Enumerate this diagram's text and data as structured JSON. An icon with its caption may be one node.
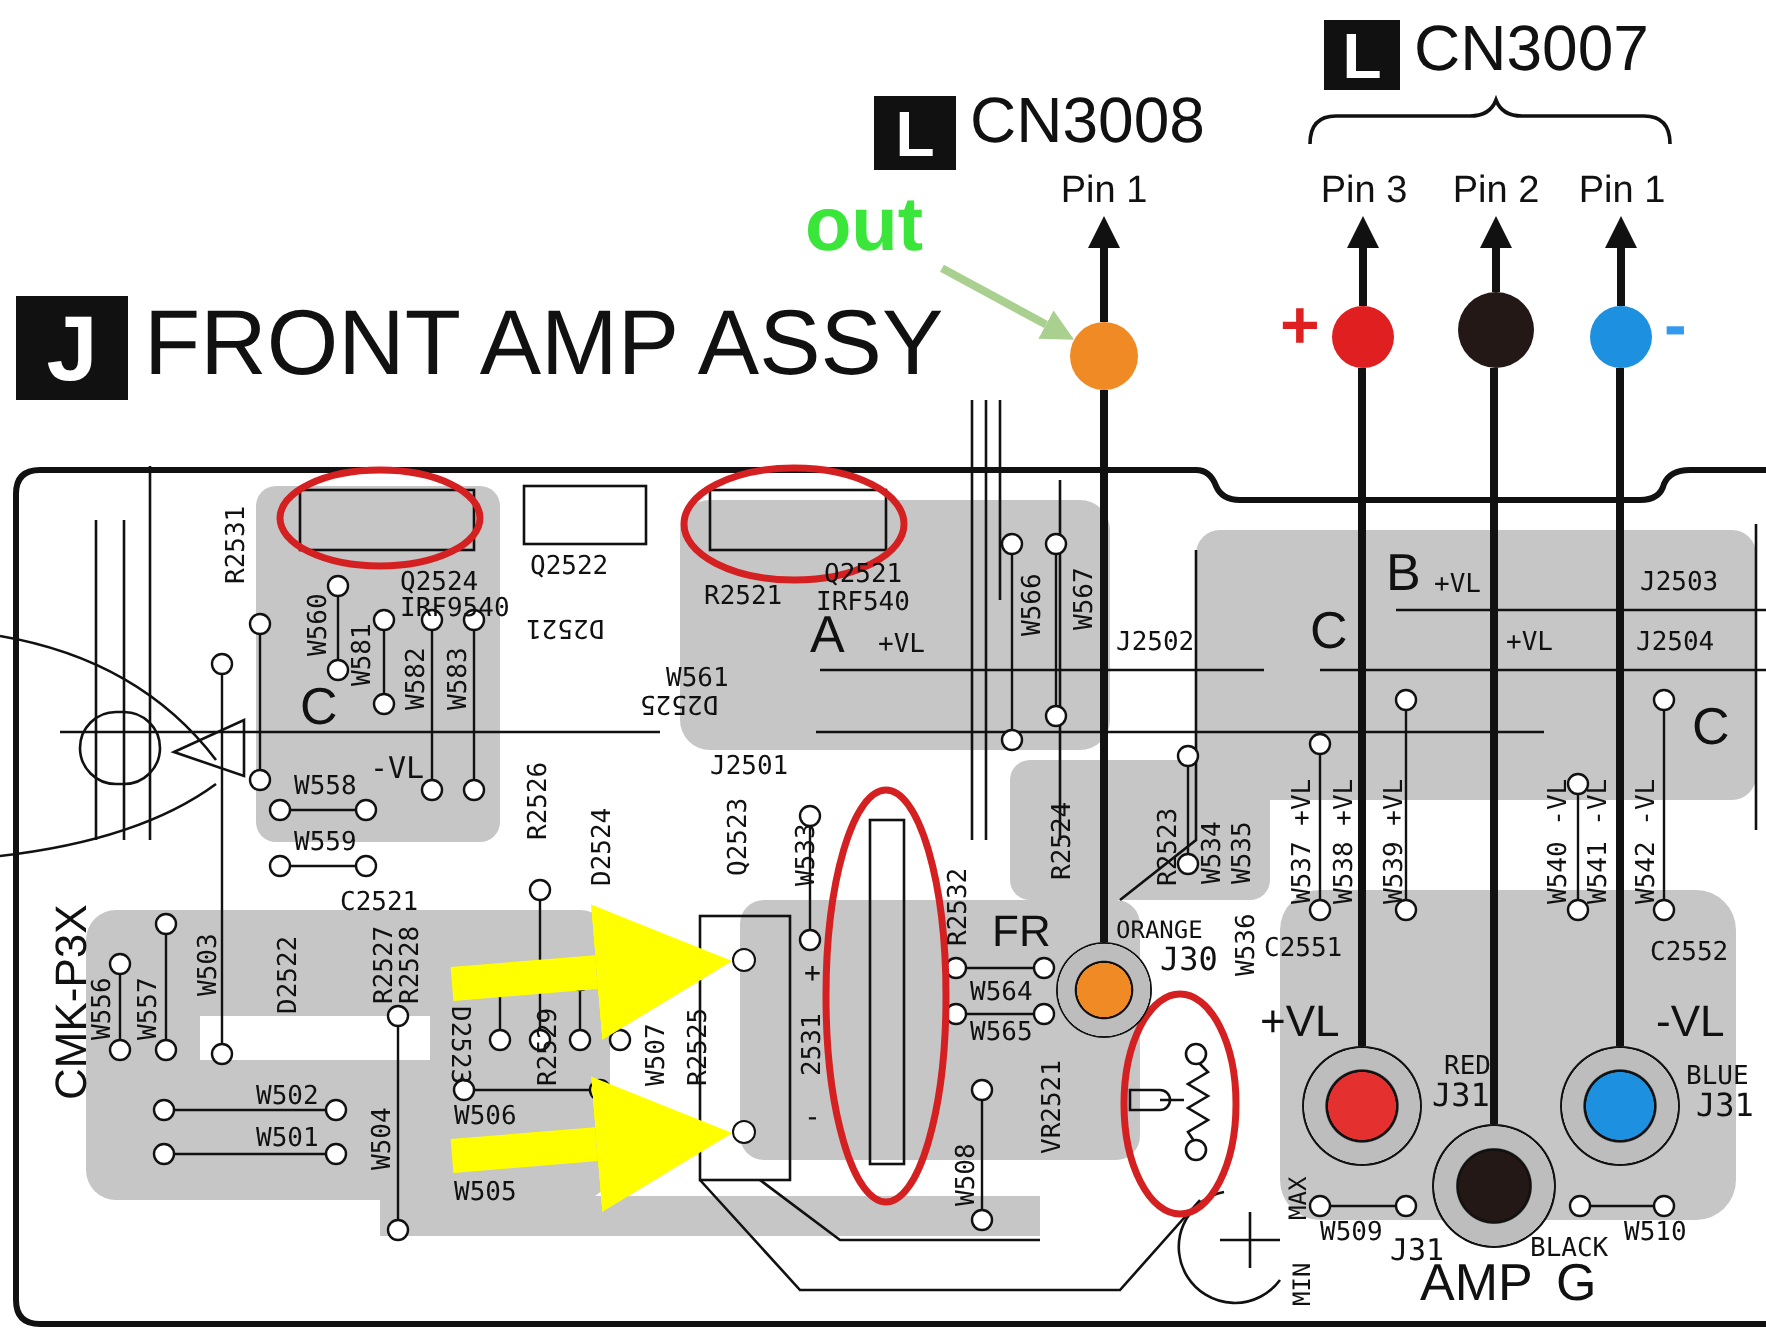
{
  "diagram": {
    "nodes": [
      {
        "text": [
          "out"
        ]
      },
      {
        "text": [
          "Pin 1"
        ]
      },
      {
        "text": [
          "Pin 3"
        ]
      },
      {
        "text": [
          "Pin 2"
        ]
      },
      {
        "text": [
          "Pin 1"
        ]
      },
      {
        "text": [],
        "shape": "circle"
      },
      {
        "text": [],
        "shape": "circle",
        "beside": [
          "+"
        ]
      },
      {
        "text": [],
        "shape": "circle"
      },
      {
        "text": [],
        "shape": "circle",
        "beside": [
          "-"
        ]
      },
      {
        "text": [],
        "shape": "circle",
        "beside": [
          "FR",
          "ORANGE",
          "J30"
        ]
      },
      {
        "text": [],
        "shape": "circle",
        "beside": [
          "RED",
          "J31"
        ]
      },
      {
        "text": [],
        "shape": "circle",
        "beside": [
          "J31",
          "BLACK"
        ]
      },
      {
        "text": [],
        "shape": "circle",
        "beside": [
          "BLUE",
          "J31"
        ]
      },
      {
        "text": [],
        "shape": "circle"
      },
      {
        "text": [],
        "shape": "circle"
      }
    ],
    "edges": [
      {
        "from": 0,
        "to": 5,
        "arrow": "to",
        "color": "#a9d08e"
      },
      {
        "from": 9,
        "to": 5,
        "arrow": "none"
      },
      {
        "from": 5,
        "to": 1,
        "arrow": "to"
      },
      {
        "from": 10,
        "to": 6,
        "arrow": "none"
      },
      {
        "from": 6,
        "to": 2,
        "arrow": "to"
      },
      {
        "from": 11,
        "to": 7,
        "arrow": "none"
      },
      {
        "from": 7,
        "to": 3,
        "arrow": "to"
      },
      {
        "from": 12,
        "to": 8,
        "arrow": "none"
      },
      {
        "from": 8,
        "to": 4,
        "arrow": "to"
      },
      {
        "from": null,
        "to": 13,
        "arrow": "to",
        "style": "thick",
        "color": "#ffff00"
      },
      {
        "from": null,
        "to": 14,
        "arrow": "to",
        "style": "thick",
        "color": "#ffff00"
      }
    ],
    "labels": [
      "L",
      "CN3008",
      "L",
      "CN3007",
      "J",
      "FRONT AMP ASSY",
      "R2531",
      "Q2524",
      "IRF9540",
      "Q2522",
      "R2521",
      "Q2521",
      "IRF540",
      "B",
      "+VL",
      "J2503",
      "W560",
      "W581",
      "W582",
      "W583",
      "D2521",
      "A",
      "+VL",
      "W566",
      "W567",
      "J2502",
      "C",
      "+VL",
      "J2504",
      "W561",
      "C",
      "D2525",
      "C",
      "-VL",
      "J2501",
      "W558",
      "W559",
      "R2526",
      "D2524",
      "Q2523",
      "W533",
      "R2524",
      "R2523",
      "W534",
      "W535",
      "W537 +VL",
      "W538 +VL",
      "W539 +VL",
      "W540 -VL",
      "W541 -VL",
      "W542 -VL",
      "C2521",
      "R2532",
      "C2551",
      "C2552",
      "+",
      "W564",
      "W536",
      "+VL",
      "-VL",
      "CMK-P3X",
      "W556",
      "W557",
      "W503",
      "D2522",
      "R2527",
      "R2528",
      "D2523",
      "R2529",
      "W507",
      "R2525",
      "2531",
      "W565",
      "W502",
      "W506",
      "-",
      "W501",
      "W504",
      "W505",
      "VR2521",
      "W508",
      "MAX",
      "W509",
      "W510",
      "MIN",
      "AMP",
      "G"
    ]
  }
}
